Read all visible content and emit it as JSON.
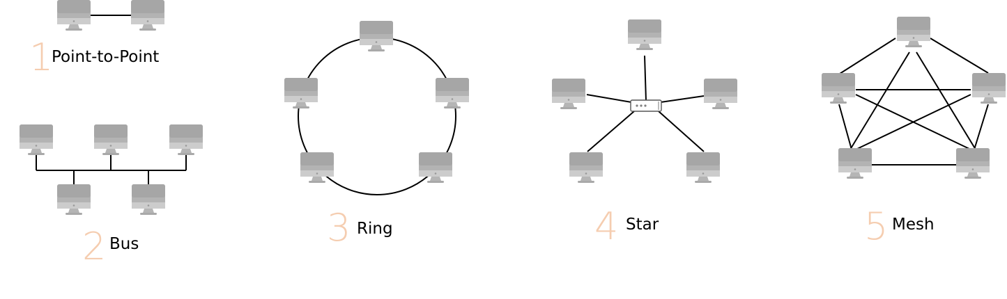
{
  "topologies": [
    {
      "number": "1",
      "label": "Point-to-Point"
    },
    {
      "number": "2",
      "label": "Bus"
    },
    {
      "number": "3",
      "label": "Ring"
    },
    {
      "number": "4",
      "label": "Star"
    },
    {
      "number": "5",
      "label": "Mesh"
    }
  ],
  "colors": {
    "number": "#f5cdb0",
    "label": "#000000",
    "line": "#000000",
    "monitor_screen": "#b3b3b3",
    "monitor_frame": "#c8c8c8",
    "monitor_stand": "#b0b0b0",
    "hub_dots": "#808080"
  },
  "icons": {
    "computer": "computer-monitor-icon",
    "hub": "network-switch-icon"
  }
}
